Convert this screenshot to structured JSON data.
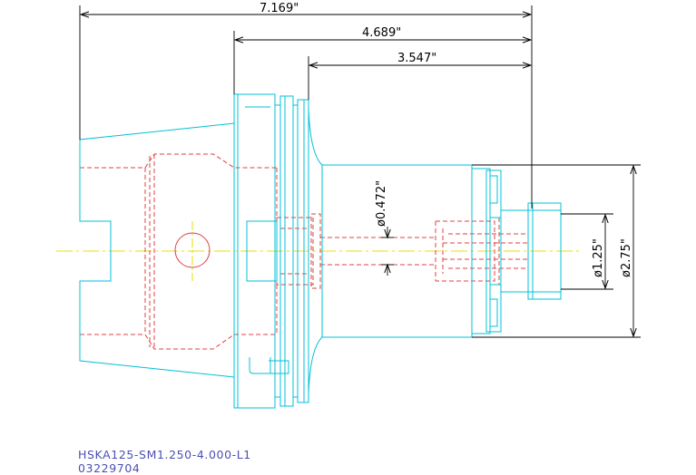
{
  "dimensions": {
    "overall_length": "7.169\"",
    "gauge_to_end": "4.689\"",
    "flange_to_end": "3.547\"",
    "bore_diameter": "ø0.472\"",
    "nose_diameter": "ø1.25\"",
    "body_diameter": "ø2.75\""
  },
  "caption": {
    "part_number": "HSKA125-SM1.250-4.000-L1",
    "drawing_number": "03229704"
  },
  "colors": {
    "outline": "#00c0d8",
    "hidden": "#e04040",
    "centerline": "#e8e000",
    "dimension": "#000000",
    "caption_text": "#4a4fb3"
  }
}
